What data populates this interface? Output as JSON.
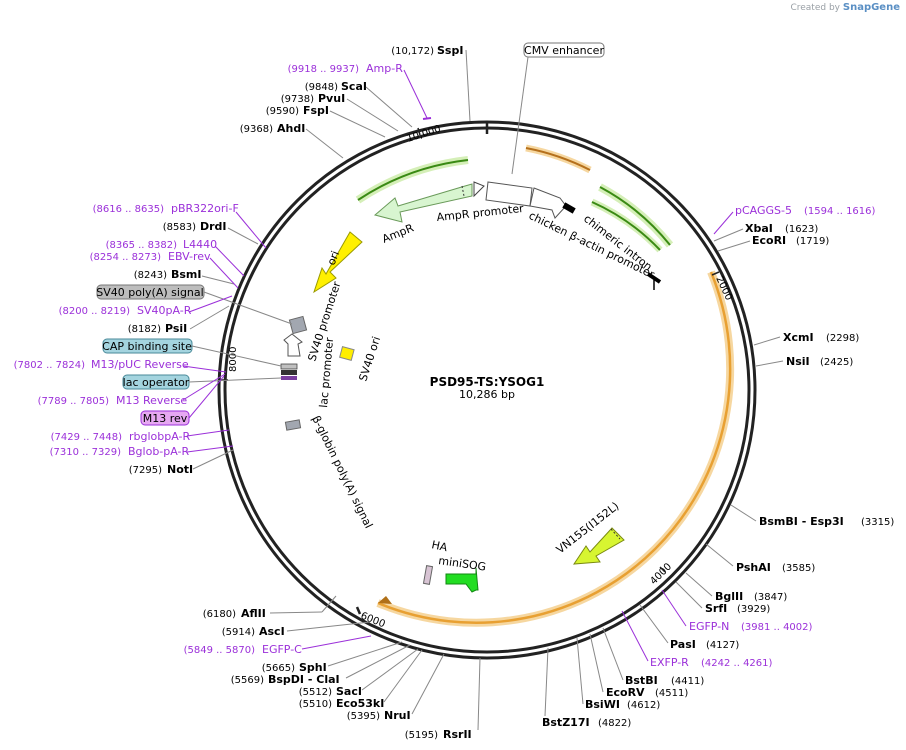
{
  "credit": {
    "prefix": "Created by",
    "brand": "SnapGene"
  },
  "plasmid": {
    "name": "PSD95-TS:YSOG1",
    "size": "10,286 bp"
  },
  "ticks": [
    "10,000",
    "2000",
    "4000",
    "6000",
    "8000"
  ],
  "sites": [
    {
      "name": "SspI",
      "pos": "(10,172)"
    },
    {
      "name": "ScaI",
      "pos": "(9848)"
    },
    {
      "name": "PvuI",
      "pos": "(9738)"
    },
    {
      "name": "FspI",
      "pos": "(9590)"
    },
    {
      "name": "AhdI",
      "pos": "(9368)"
    },
    {
      "name": "DrdI",
      "pos": "(8583)"
    },
    {
      "name": "BsmI",
      "pos": "(8243)"
    },
    {
      "name": "PsiI",
      "pos": "(8182)"
    },
    {
      "name": "NotI",
      "pos": "(7295)"
    },
    {
      "name": "XbaI",
      "pos": "(1623)"
    },
    {
      "name": "EcoRI",
      "pos": "(1719)"
    },
    {
      "name": "XcmI",
      "pos": "(2298)"
    },
    {
      "name": "NsiI",
      "pos": "(2425)"
    },
    {
      "name": "BsmBI - Esp3I",
      "pos": "(3315)"
    },
    {
      "name": "PshAI",
      "pos": "(3585)"
    },
    {
      "name": "BglII",
      "pos": "(3847)"
    },
    {
      "name": "SrfI",
      "pos": "(3929)"
    },
    {
      "name": "PasI",
      "pos": "(4127)"
    },
    {
      "name": "BstBI",
      "pos": "(4411)"
    },
    {
      "name": "EcoRV",
      "pos": "(4511)"
    },
    {
      "name": "BsiWI",
      "pos": "(4612)"
    },
    {
      "name": "BstZ17I",
      "pos": "(4822)"
    },
    {
      "name": "RsrII",
      "pos": "(5195)"
    },
    {
      "name": "NruI",
      "pos": "(5395)"
    },
    {
      "name": "Eco53kI",
      "pos": "(5510)"
    },
    {
      "name": "SacI",
      "pos": "(5512)"
    },
    {
      "name": "BspDI - ClaI",
      "pos": "(5569)"
    },
    {
      "name": "SphI",
      "pos": "(5665)"
    },
    {
      "name": "AscI",
      "pos": "(5914)"
    },
    {
      "name": "AflII",
      "pos": "(6180)"
    }
  ],
  "primers": [
    {
      "name": "Amp-R",
      "pos": "(9918 .. 9937)"
    },
    {
      "name": "pBR322ori-F",
      "pos": "(8616 .. 8635)"
    },
    {
      "name": "L4440",
      "pos": "(8365 .. 8382)"
    },
    {
      "name": "EBV-rev",
      "pos": "(8254 .. 8273)"
    },
    {
      "name": "SV40pA-R",
      "pos": "(8200 .. 8219)"
    },
    {
      "name": "M13/pUC Reverse",
      "pos": "(7802 .. 7824)"
    },
    {
      "name": "M13 Reverse",
      "pos": "(7789 .. 7805)"
    },
    {
      "name": "rbglobpA-R",
      "pos": "(7429 .. 7448)"
    },
    {
      "name": "Bglob-pA-R",
      "pos": "(7310 .. 7329)"
    },
    {
      "name": "pCAGGS-5",
      "pos": "(1594 .. 1616)"
    },
    {
      "name": "EGFP-N",
      "pos": "(3981 .. 4002)"
    },
    {
      "name": "EXFP-R",
      "pos": "(4242 .. 4261)"
    },
    {
      "name": "EGFP-C",
      "pos": "(5849 .. 5870)"
    }
  ],
  "boxed_labels": {
    "cmv": "CMV enhancer",
    "sv40pa": "SV40 poly(A) signal",
    "cap": "CAP binding site",
    "lacop": "lac operator",
    "m13rev": "M13 rev"
  },
  "features": {
    "ampr": "AmpR",
    "ampr_promoter": "AmpR promoter",
    "ori": "ori",
    "sv40_promoter": "SV40 promoter",
    "sv40_ori": "SV40 ori",
    "lac_promoter": "lac promoter",
    "bglobin_pa": "β-globin poly(A) signal",
    "chicken_actin": "chicken β-actin promoter",
    "chimeric_intron": "chimeric intron",
    "vn155": "VN155(I152L)",
    "ha": "HA",
    "minisog": "miniSOG"
  },
  "colors": {
    "primer": "#9b30d9",
    "backbone": "#222222",
    "orange_feature": "#f0a030",
    "green_feature": "#7fc241",
    "ori": "#ffee00",
    "sv40_ori": "#ffee00",
    "vn155": "#d7f531",
    "minisog": "#22dd22",
    "cap_box": "#a4d4df",
    "m13_box": "#e6a8f2",
    "sv40pa_box": "#bdbdbd"
  }
}
